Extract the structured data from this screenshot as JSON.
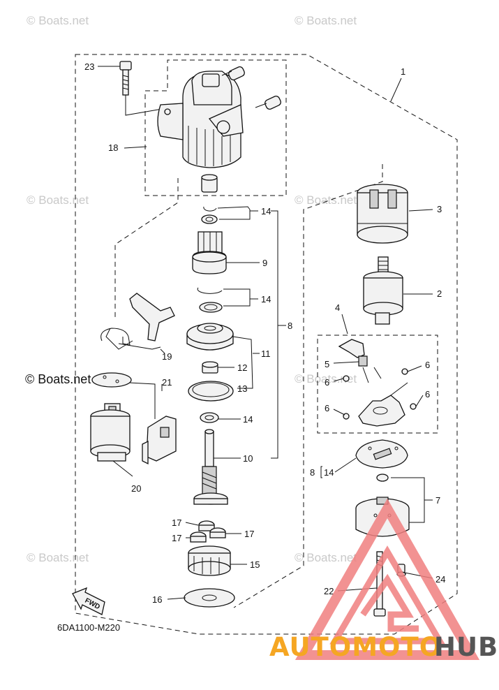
{
  "watermarks": {
    "text": "© Boats.net",
    "copyright_label": "© Boats.net"
  },
  "diagram_code": "6DA1100-M220",
  "fwd_label": "FWD",
  "brand": {
    "part1": "AUTOMOTO",
    "part2": "HUB",
    "color1": "#f5a623",
    "color2": "#555555",
    "logo_color": "#f08080"
  },
  "callouts": {
    "c1": "1",
    "c2": "2",
    "c3": "3",
    "c4": "4",
    "c5": "5",
    "c6a": "6",
    "c6b": "6",
    "c6c": "6",
    "c6d": "6",
    "c7": "7",
    "c8": "8",
    "c8b": "8",
    "c9": "9",
    "c10": "10",
    "c11": "11",
    "c12": "12",
    "c13": "13",
    "c14a": "14",
    "c14b": "14",
    "c14c": "14",
    "c14d": "14",
    "c15": "15",
    "c16": "16",
    "c17a": "17",
    "c17b": "17",
    "c17c": "17",
    "c18": "18",
    "c19": "19",
    "c20": "20",
    "c21": "21",
    "c22": "22",
    "c23": "23",
    "c24": "24"
  }
}
